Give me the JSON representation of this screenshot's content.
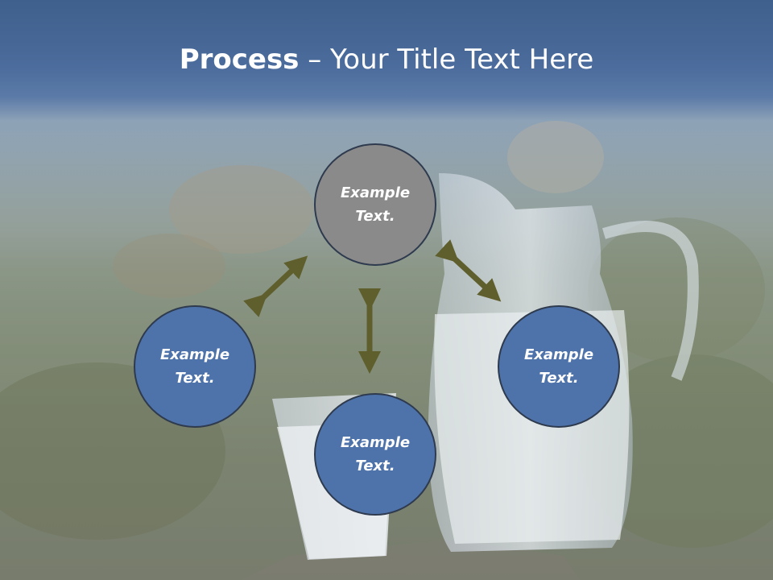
{
  "title": {
    "bold": "Process",
    "rest": " – Your Title Text Here"
  },
  "nodes": {
    "center": "Example Text.",
    "left": "Example Text.",
    "right": "Example Text.",
    "bottom": "Example Text."
  },
  "colors": {
    "title_bar": "#4b6c9c",
    "node_center": "#8a8a8a",
    "node_blue": "#4e72aa",
    "arrow": "#5f5f2e"
  },
  "icons": {
    "arrows": "double-headed-arrow"
  }
}
